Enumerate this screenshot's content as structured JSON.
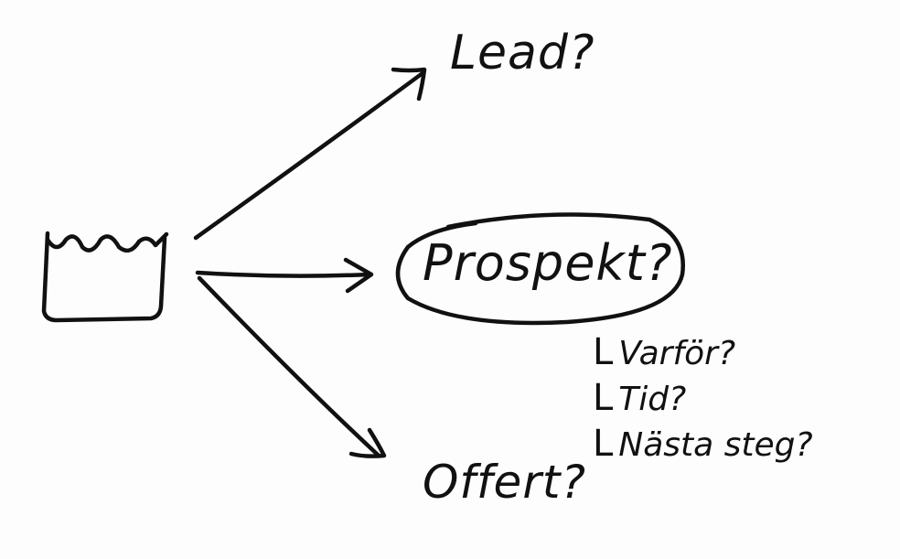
{
  "diagram": {
    "nodes": {
      "lead": "Lead?",
      "prospekt": "Prospekt?",
      "offert": "Offert?"
    },
    "prospekt_questions": [
      "Varför?",
      "Tid?",
      "Nästa steg?"
    ],
    "bullet_glyph": "L"
  },
  "colors": {
    "ink": "#111111",
    "paper": "#fdfdfd"
  }
}
